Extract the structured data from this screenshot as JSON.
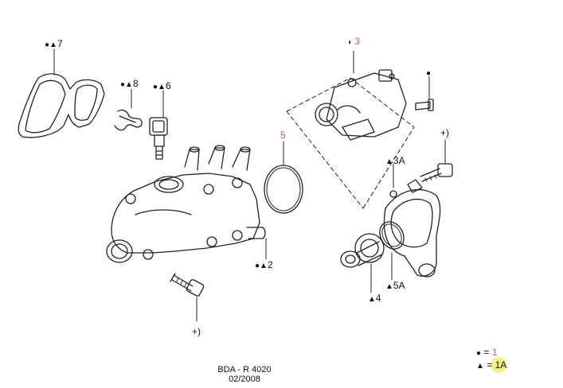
{
  "callouts": {
    "c7": {
      "sym": "●▲",
      "num": "7"
    },
    "c8": {
      "sym": "●▲",
      "num": "8"
    },
    "c6": {
      "sym": "●▲",
      "num": "6"
    },
    "c3": {
      "sym": "◖",
      "num": "3"
    },
    "c_dot": {
      "sym": "●",
      "num": ""
    },
    "c5": {
      "sym": "",
      "num": "5"
    },
    "c_plus_top": {
      "sym": "",
      "num": "+)"
    },
    "c3A": {
      "sym": "▲",
      "num": "3A"
    },
    "c2": {
      "sym": "●▲",
      "num": "2"
    },
    "c5A": {
      "sym": "▲",
      "num": "5A"
    },
    "c4": {
      "sym": "▲",
      "num": "4"
    },
    "c_plus_bottom": {
      "sym": "",
      "num": "+)"
    }
  },
  "legend": {
    "row1": {
      "sym": "●",
      "eq": "=",
      "value": "1"
    },
    "row2": {
      "sym": "▲",
      "eq": "=",
      "value": "1A"
    }
  },
  "footer": {
    "line1": "BDA - R 4020",
    "line2": "02/2008"
  },
  "colors": {
    "accent_red": "#d9534f",
    "highlight": "#f3f08a",
    "stroke": "#222222"
  }
}
